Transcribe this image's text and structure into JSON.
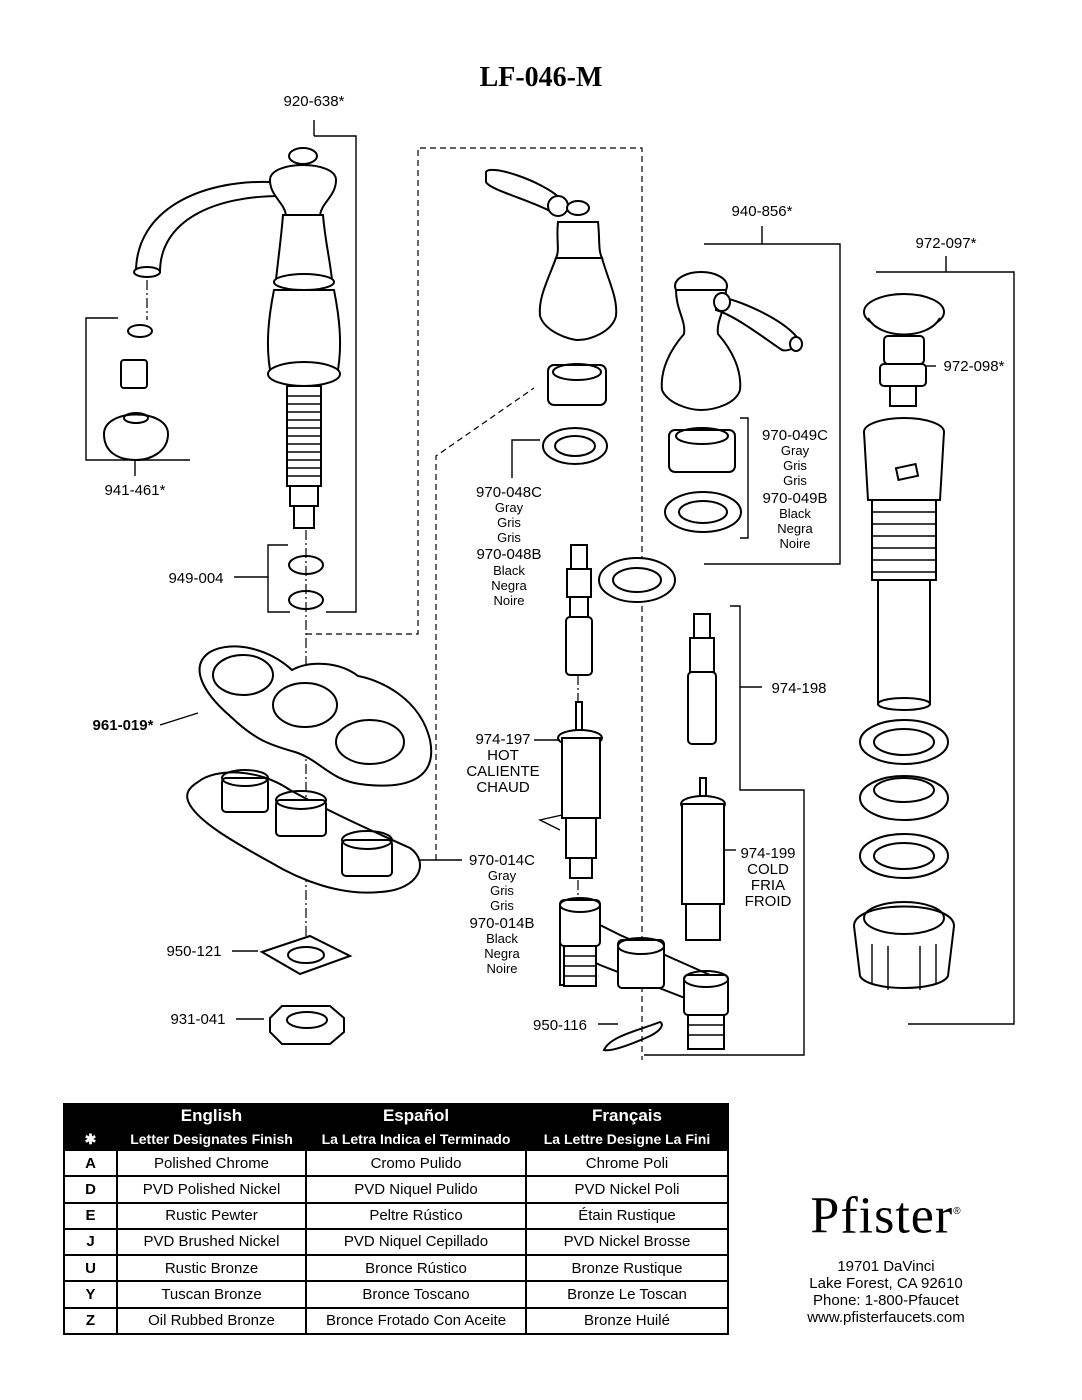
{
  "title": "LF-046-M",
  "parts": {
    "p920_638": "920-638*",
    "p941_461": "941-461*",
    "p949_004": "949-004",
    "p961_019": "961-019*",
    "p950_121": "950-121",
    "p931_041": "931-041",
    "p970_048C": "970-048C",
    "p970_048C_c": [
      "Gray",
      "Gris",
      "Gris"
    ],
    "p970_048B": "970-048B",
    "p970_048B_c": [
      "Black",
      "Negra",
      "Noire"
    ],
    "p974_197": "974-197",
    "p974_197_c": [
      "HOT",
      "CALIENTE",
      "CHAUD"
    ],
    "p970_014C": "970-014C",
    "p970_014C_c": [
      "Gray",
      "Gris",
      "Gris"
    ],
    "p970_014B": "970-014B",
    "p970_014B_c": [
      "Black",
      "Negra",
      "Noire"
    ],
    "p950_116": "950-116",
    "p940_856": "940-856*",
    "p970_049C": "970-049C",
    "p970_049C_c": [
      "Gray",
      "Gris",
      "Gris"
    ],
    "p970_049B": "970-049B",
    "p970_049B_c": [
      "Black",
      "Negra",
      "Noire"
    ],
    "p974_198": "974-198",
    "p974_199": "974-199",
    "p974_199_c": [
      "COLD",
      "FRIA",
      "FROID"
    ],
    "p972_097": "972-097*",
    "p972_098": "972-098*"
  },
  "finish_table": {
    "symbol": "✱",
    "headers": [
      {
        "lang": "English",
        "sub": "Letter Designates Finish"
      },
      {
        "lang": "Español",
        "sub": "La Letra Indica el Terminado"
      },
      {
        "lang": "Français",
        "sub": "La Lettre Designe La Fini"
      }
    ],
    "rows": [
      {
        "code": "A",
        "en": "Polished Chrome",
        "es": "Cromo Pulido",
        "fr": "Chrome Poli"
      },
      {
        "code": "D",
        "en": "PVD Polished Nickel",
        "es": "PVD Niquel Pulido",
        "fr": "PVD Nickel Poli"
      },
      {
        "code": "E",
        "en": "Rustic Pewter",
        "es": "Peltre Rústico",
        "fr": "Étain Rustique"
      },
      {
        "code": "J",
        "en": "PVD Brushed Nickel",
        "es": "PVD Niquel Cepillado",
        "fr": "PVD Nickel Brosse"
      },
      {
        "code": "U",
        "en": "Rustic Bronze",
        "es": "Bronce Rústico",
        "fr": "Bronze Rustique"
      },
      {
        "code": "Y",
        "en": "Tuscan Bronze",
        "es": "Bronce Toscano",
        "fr": "Bronze Le Toscan"
      },
      {
        "code": "Z",
        "en": "Oil Rubbed Bronze",
        "es": "Bronce Frotado Con Aceite",
        "fr": "Bronze Huilé"
      }
    ]
  },
  "brand": {
    "logo": "Pfister",
    "trademark": "®",
    "address": [
      "19701 DaVinci",
      "Lake Forest, CA 92610",
      "Phone: 1-800-Pfaucet",
      "www.pfisterfaucets.com"
    ]
  }
}
